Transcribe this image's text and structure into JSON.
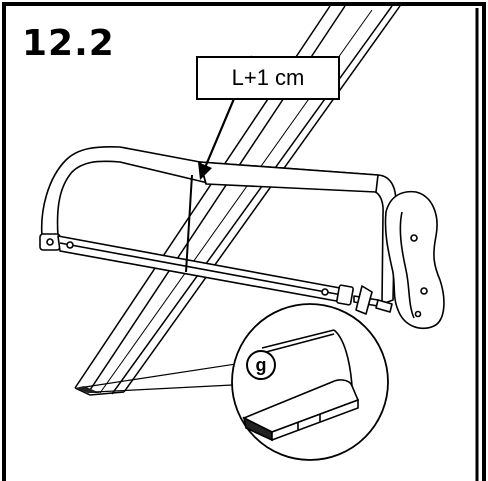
{
  "step": {
    "number": "12.2"
  },
  "measurement": {
    "label": "L+1 cm"
  },
  "callout": {
    "letter": "g"
  },
  "colors": {
    "line": "#000000",
    "background": "#ffffff",
    "shade": "#666666"
  },
  "icons": [
    "hacksaw-icon",
    "roof-bar-profile-icon",
    "pointer-arrow-icon"
  ]
}
